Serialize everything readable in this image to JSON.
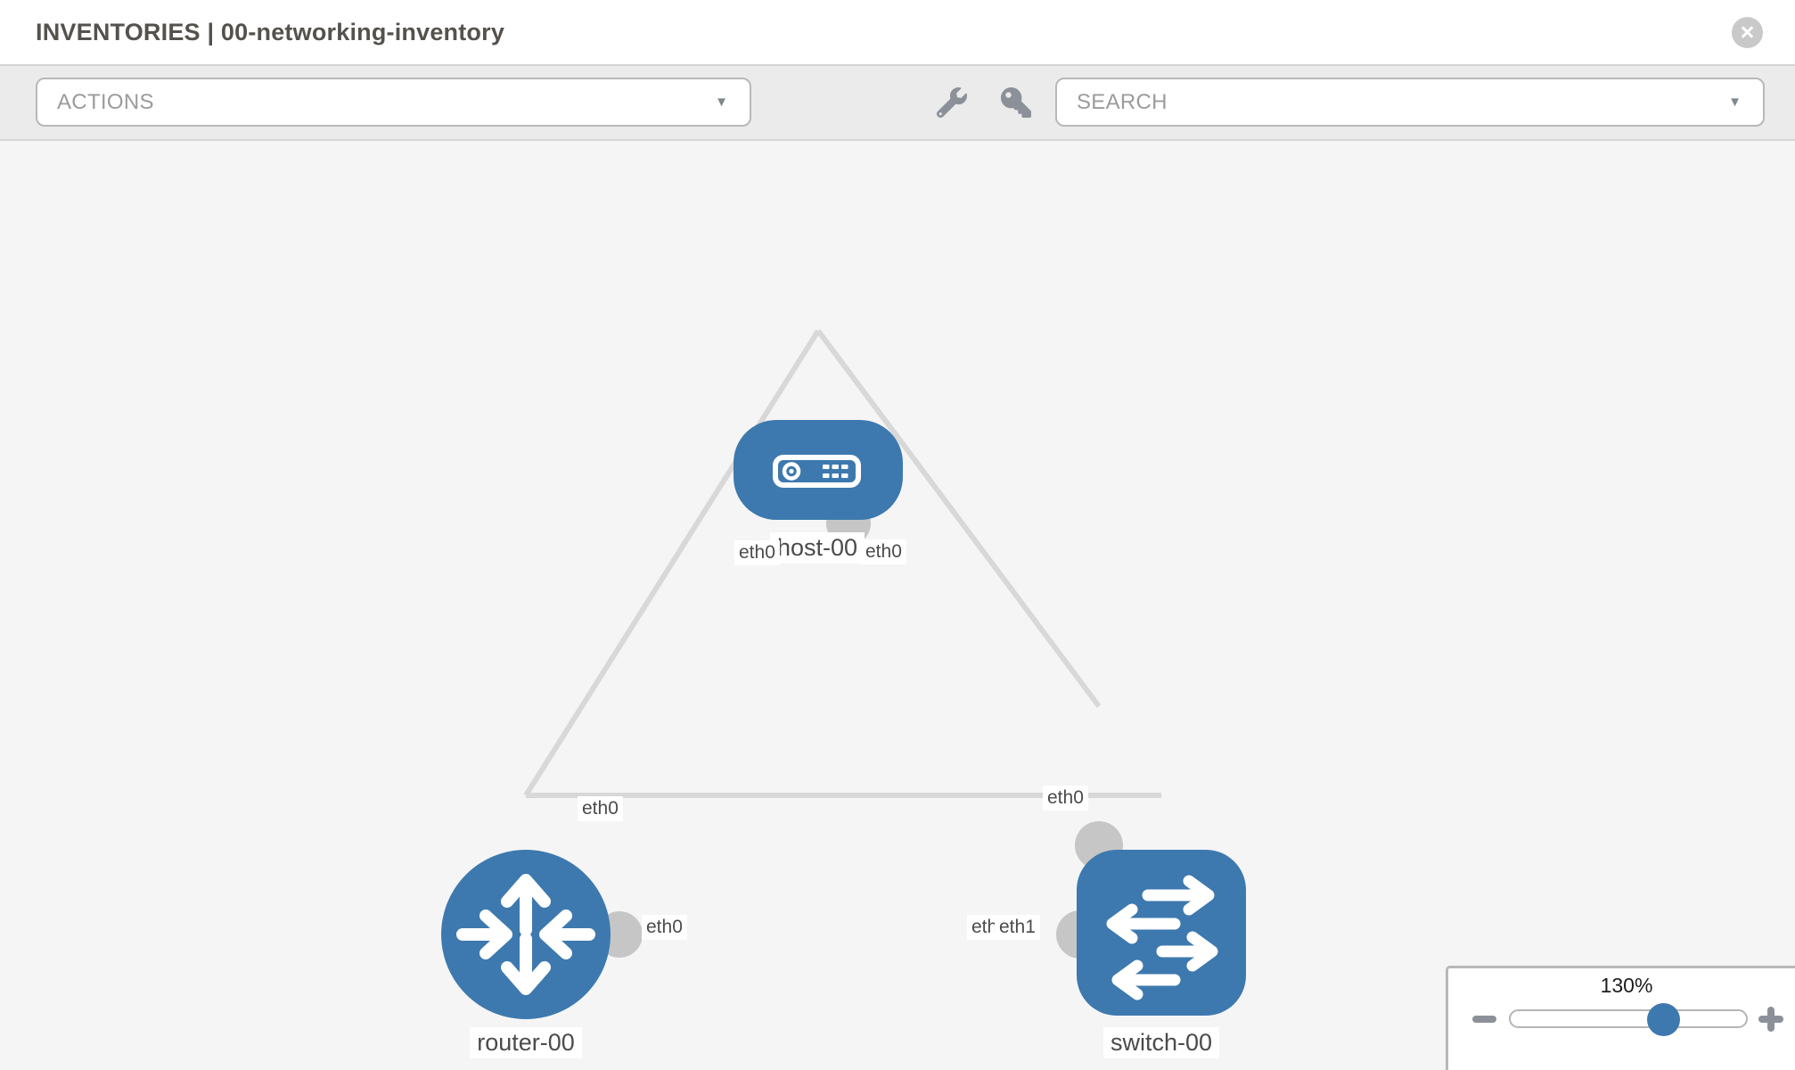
{
  "header": {
    "title": "INVENTORIES | 00-networking-inventory",
    "close_glyph": "×"
  },
  "toolbar": {
    "actions_label": "ACTIONS",
    "search_label": "SEARCH",
    "caret_glyph": "▼",
    "icons": [
      "wrench-icon",
      "key-icon"
    ]
  },
  "topology": {
    "nodes": [
      {
        "label": "host-00",
        "type": "host"
      },
      {
        "label": "router-00",
        "type": "router"
      },
      {
        "label": "switch-00",
        "type": "switch"
      }
    ],
    "links": [
      {
        "from": "host-00",
        "from_port": "eth0",
        "to": "router-00",
        "to_port": "eth0"
      },
      {
        "from": "host-00",
        "from_port": "eth0",
        "to": "switch-00",
        "to_port": "eth0"
      },
      {
        "from": "router-00",
        "from_port": "eth0",
        "to": "switch-00",
        "to_port": "eth1"
      }
    ],
    "port_labels": [
      {
        "text": "eth0"
      },
      {
        "text": "eth0"
      },
      {
        "text": "eth0"
      },
      {
        "text": "eth0"
      },
      {
        "text": "eth0"
      },
      {
        "text": "eth0"
      },
      {
        "text": "eth1"
      }
    ]
  },
  "zoom_control": {
    "value": "130%"
  },
  "colors": {
    "node_blue": "#3d79ae",
    "edge_gray": "#d8d8d8",
    "connector_gray": "#c6c6c6",
    "toolbar_bg": "#ebebeb",
    "canvas_bg": "#f5f5f5"
  }
}
